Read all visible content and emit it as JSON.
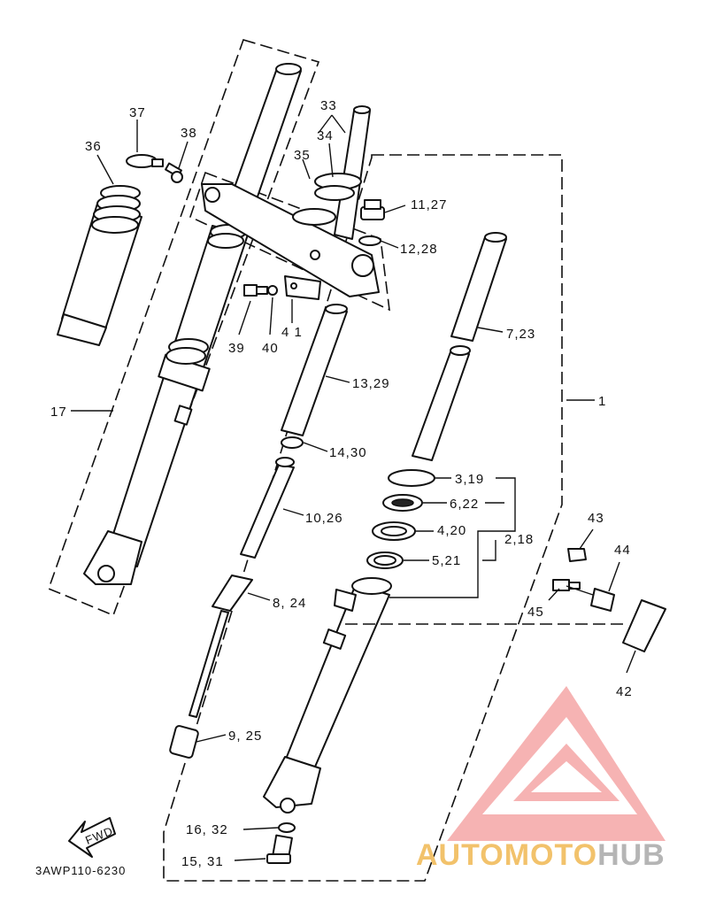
{
  "callouts": {
    "c1": "1",
    "c2_18": "2,18",
    "c3_19": "3,19",
    "c4_20": "4,20",
    "c5_21": "5,21",
    "c6_22": "6,22",
    "c7_23": "7,23",
    "c8_24": "8, 24",
    "c9_25": "9, 25",
    "c10_26": "10,26",
    "c11_27": "11,27",
    "c12_28": "12,28",
    "c13_29": "13,29",
    "c14_30": "14,30",
    "c15_31": "15, 31",
    "c16_32": "16, 32",
    "c17": "17",
    "c33": "33",
    "c34": "34",
    "c35": "35",
    "c36": "36",
    "c37": "37",
    "c38": "38",
    "c39": "39",
    "c40": "40",
    "c41": "4 1",
    "c42": "42",
    "c43": "43",
    "c44": "44",
    "c45": "45"
  },
  "fwd_label": "FWD",
  "drawing_code": "3AWP110-6230",
  "watermark": {
    "part1": "AUTOMOTO",
    "part2": "HUB",
    "color_primary": "#f4a6a6",
    "color_secondary": "#f2c26b",
    "color_tertiary": "#b5b5b5"
  }
}
